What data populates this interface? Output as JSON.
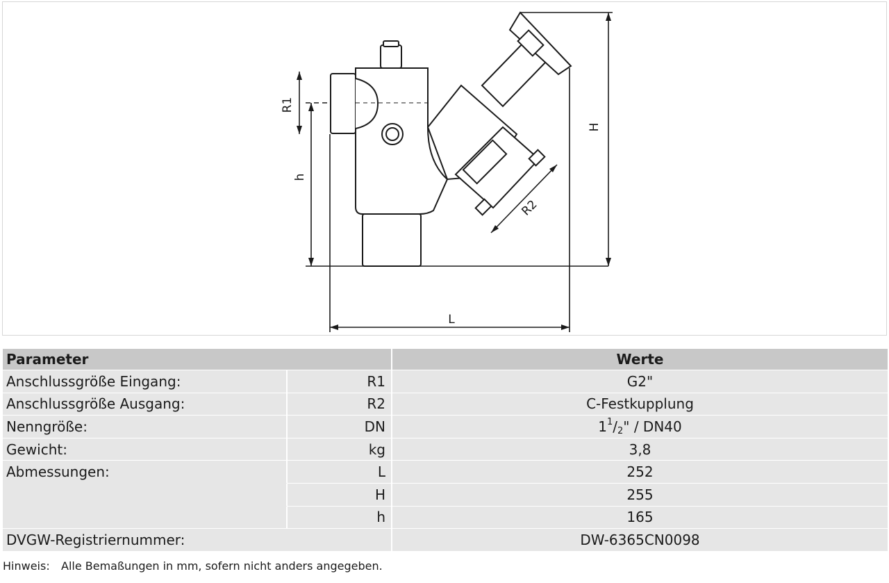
{
  "drawing": {
    "labels": {
      "R1": "R1",
      "R2": "R2",
      "H": "H",
      "h": "h",
      "L": "L"
    }
  },
  "table": {
    "header": {
      "parameter": "Parameter",
      "values": "Werte"
    },
    "rows": [
      {
        "name": "Anschlussgröße Eingang:",
        "symbol": "R1",
        "value": "G2\""
      },
      {
        "name": "Anschlussgröße Ausgang:",
        "symbol": "R2",
        "value": "C-Festkupplung"
      },
      {
        "name": "Nenngröße:",
        "symbol": "DN",
        "value_whole": "1",
        "value_num": "1",
        "value_den": "2",
        "value_rest": "\" / DN40"
      },
      {
        "name": "Gewicht:",
        "symbol": "kg",
        "value": "3,8"
      },
      {
        "name": "Abmessungen:",
        "symbol": "L",
        "value": "252"
      },
      {
        "symbol": "H",
        "value": "255"
      },
      {
        "symbol": "h",
        "value": "165"
      },
      {
        "name": "DVGW-Registriernummer:",
        "value": "DW-6365CN0098"
      }
    ]
  },
  "note": {
    "label": "Hinweis:",
    "text": "Alle Bemaßungen in mm, sofern nicht anders angegeben."
  }
}
